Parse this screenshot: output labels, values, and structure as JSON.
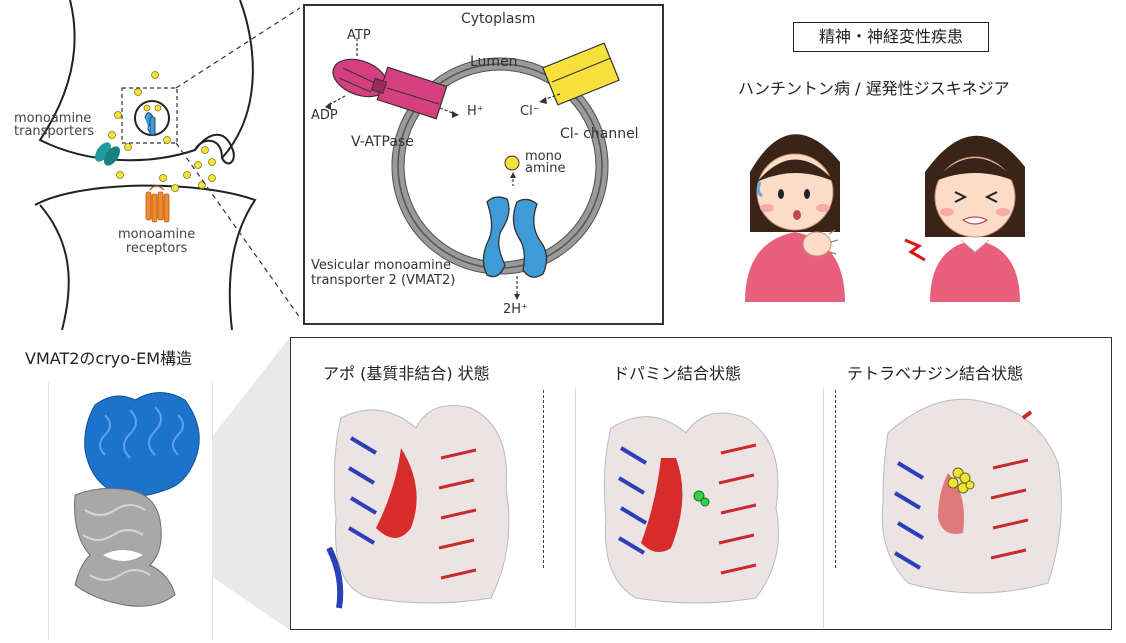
{
  "synapse": {
    "transporters_label_line1": "monoamine",
    "transporters_label_line2": "transporters",
    "receptors_label_line1": "monoamine",
    "receptors_label_line2": "receptors"
  },
  "vesicle": {
    "cytoplasm": "Cytoplasm",
    "lumen": "Lumen",
    "atp": "ATP",
    "adp": "ADP",
    "h_plus": "H⁺",
    "v_atpase": "V-ATPase",
    "cl_minus": "Cl⁻",
    "cl_channel": "Cl- channel",
    "mono_line1": "mono",
    "mono_line2": "amine",
    "vmat2_line1": "Vesicular monoamine",
    "vmat2_line2": "transporter 2 (VMAT2)",
    "two_h_plus": "2H⁺"
  },
  "disease": {
    "box_title": "精神・神経変性疾患",
    "subtitle": "ハンチントン病 / 遅発性ジスキネジア"
  },
  "cryo": {
    "title": "VMAT2のcryo-EM構造"
  },
  "panels": [
    {
      "title": "アポ (基質非結合) 状態"
    },
    {
      "title": "ドパミン結合状態"
    },
    {
      "title": "テトラベナジン結合状態"
    }
  ],
  "colors": {
    "vatpase": "#d63f7f",
    "cl_channel": "#f7e03c",
    "vmat2": "#3e9bd6",
    "transporter_teal": "#1f9a9a",
    "receptor_orange": "#f08a2b",
    "monoamine_dot": "#f2e33a",
    "cryo_blue": "#1d73c9",
    "cryo_gray": "#9a9a9a"
  }
}
